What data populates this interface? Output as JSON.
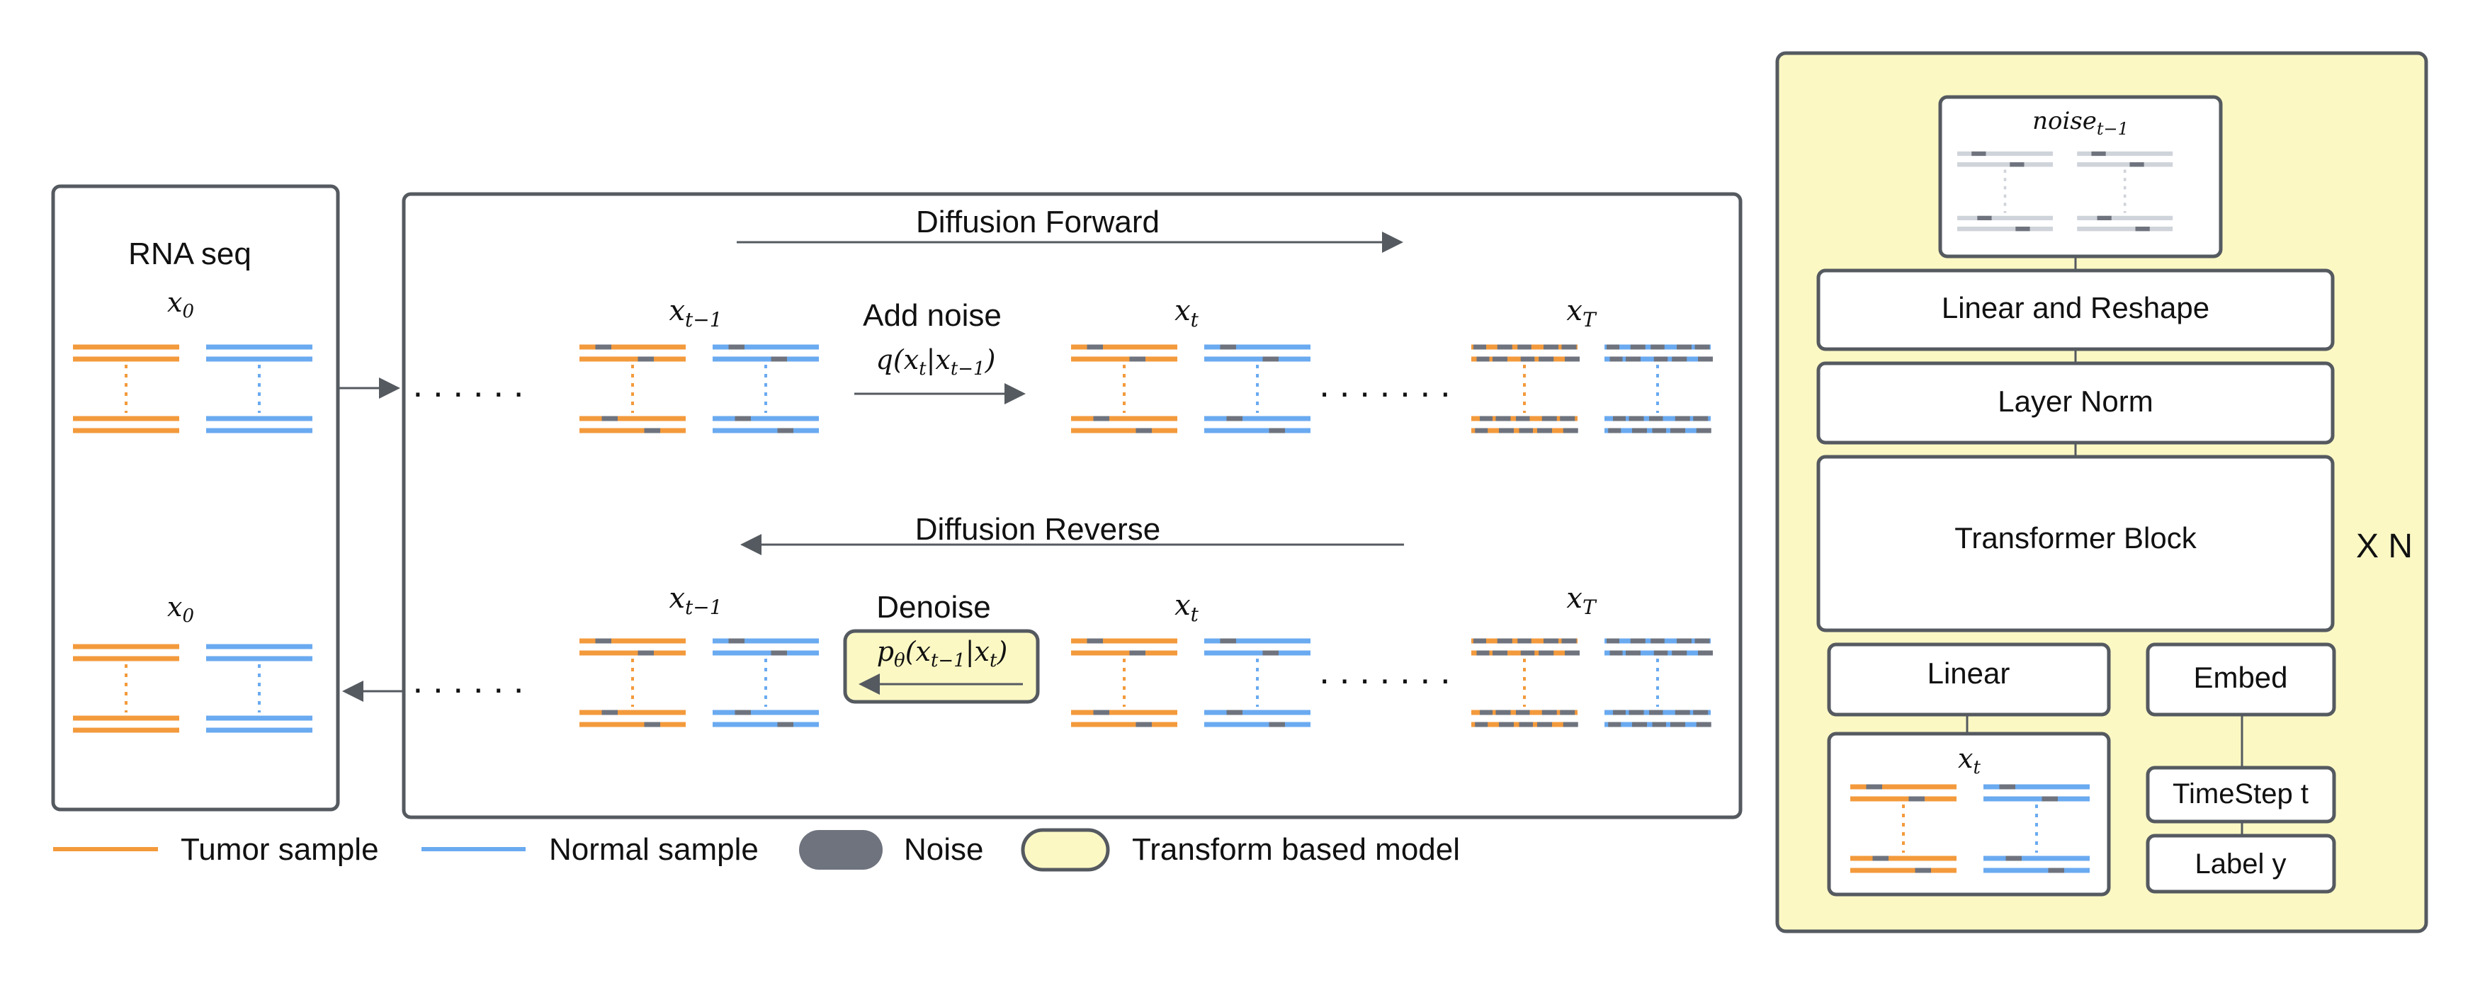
{
  "colors": {
    "tumor": "#f39a3c",
    "normal": "#6aaaf0",
    "noise": "#6e737e",
    "model_fill": "#fbf8c4",
    "border": "#555a60",
    "arrow": "#555a60",
    "faded": "#cfd3da"
  },
  "rna_panel": {
    "title": "RNA seq",
    "top_label": "x",
    "top_sub": "0",
    "bottom_label": "x",
    "bottom_sub": "0"
  },
  "forward": {
    "header": "Diffusion Forward",
    "left_dots": "......",
    "mid_dots": ".......",
    "step_label": "Add noise",
    "step_formula": "q(x",
    "step_formula_sub1": "t",
    "step_formula_mid": "|x",
    "step_formula_sub2": "t−1",
    "step_formula_end": ")",
    "labels": [
      {
        "base": "x",
        "sub": "t−1"
      },
      {
        "base": "x",
        "sub": "t"
      },
      {
        "base": "x",
        "sub": "T"
      }
    ]
  },
  "reverse": {
    "header": "Diffusion Reverse",
    "left_dots": "......",
    "mid_dots": ".......",
    "step_label": "Denoise",
    "formula_p": "p",
    "formula_theta": "θ",
    "formula_open": "(x",
    "formula_sub1": "t−1",
    "formula_mid": "|x",
    "formula_sub2": "t",
    "formula_end": ")",
    "labels": [
      {
        "base": "x",
        "sub": "t−1"
      },
      {
        "base": "x",
        "sub": "t"
      },
      {
        "base": "x",
        "sub": "T"
      }
    ]
  },
  "legend": {
    "tumor": "Tumor sample",
    "normal": "Normal sample",
    "noise": "Noise",
    "model": "Transform based model"
  },
  "model_panel": {
    "noise_label": "noise",
    "noise_sub": "t−1",
    "linear_reshape": "Linear and Reshape",
    "layer_norm": "Layer Norm",
    "transformer": "Transformer Block",
    "linear": "Linear",
    "embed": "Embed",
    "timestep": "TimeStep t",
    "label_y": "Label y",
    "xt_label": "x",
    "xt_sub": "t",
    "repeat": "X N"
  }
}
